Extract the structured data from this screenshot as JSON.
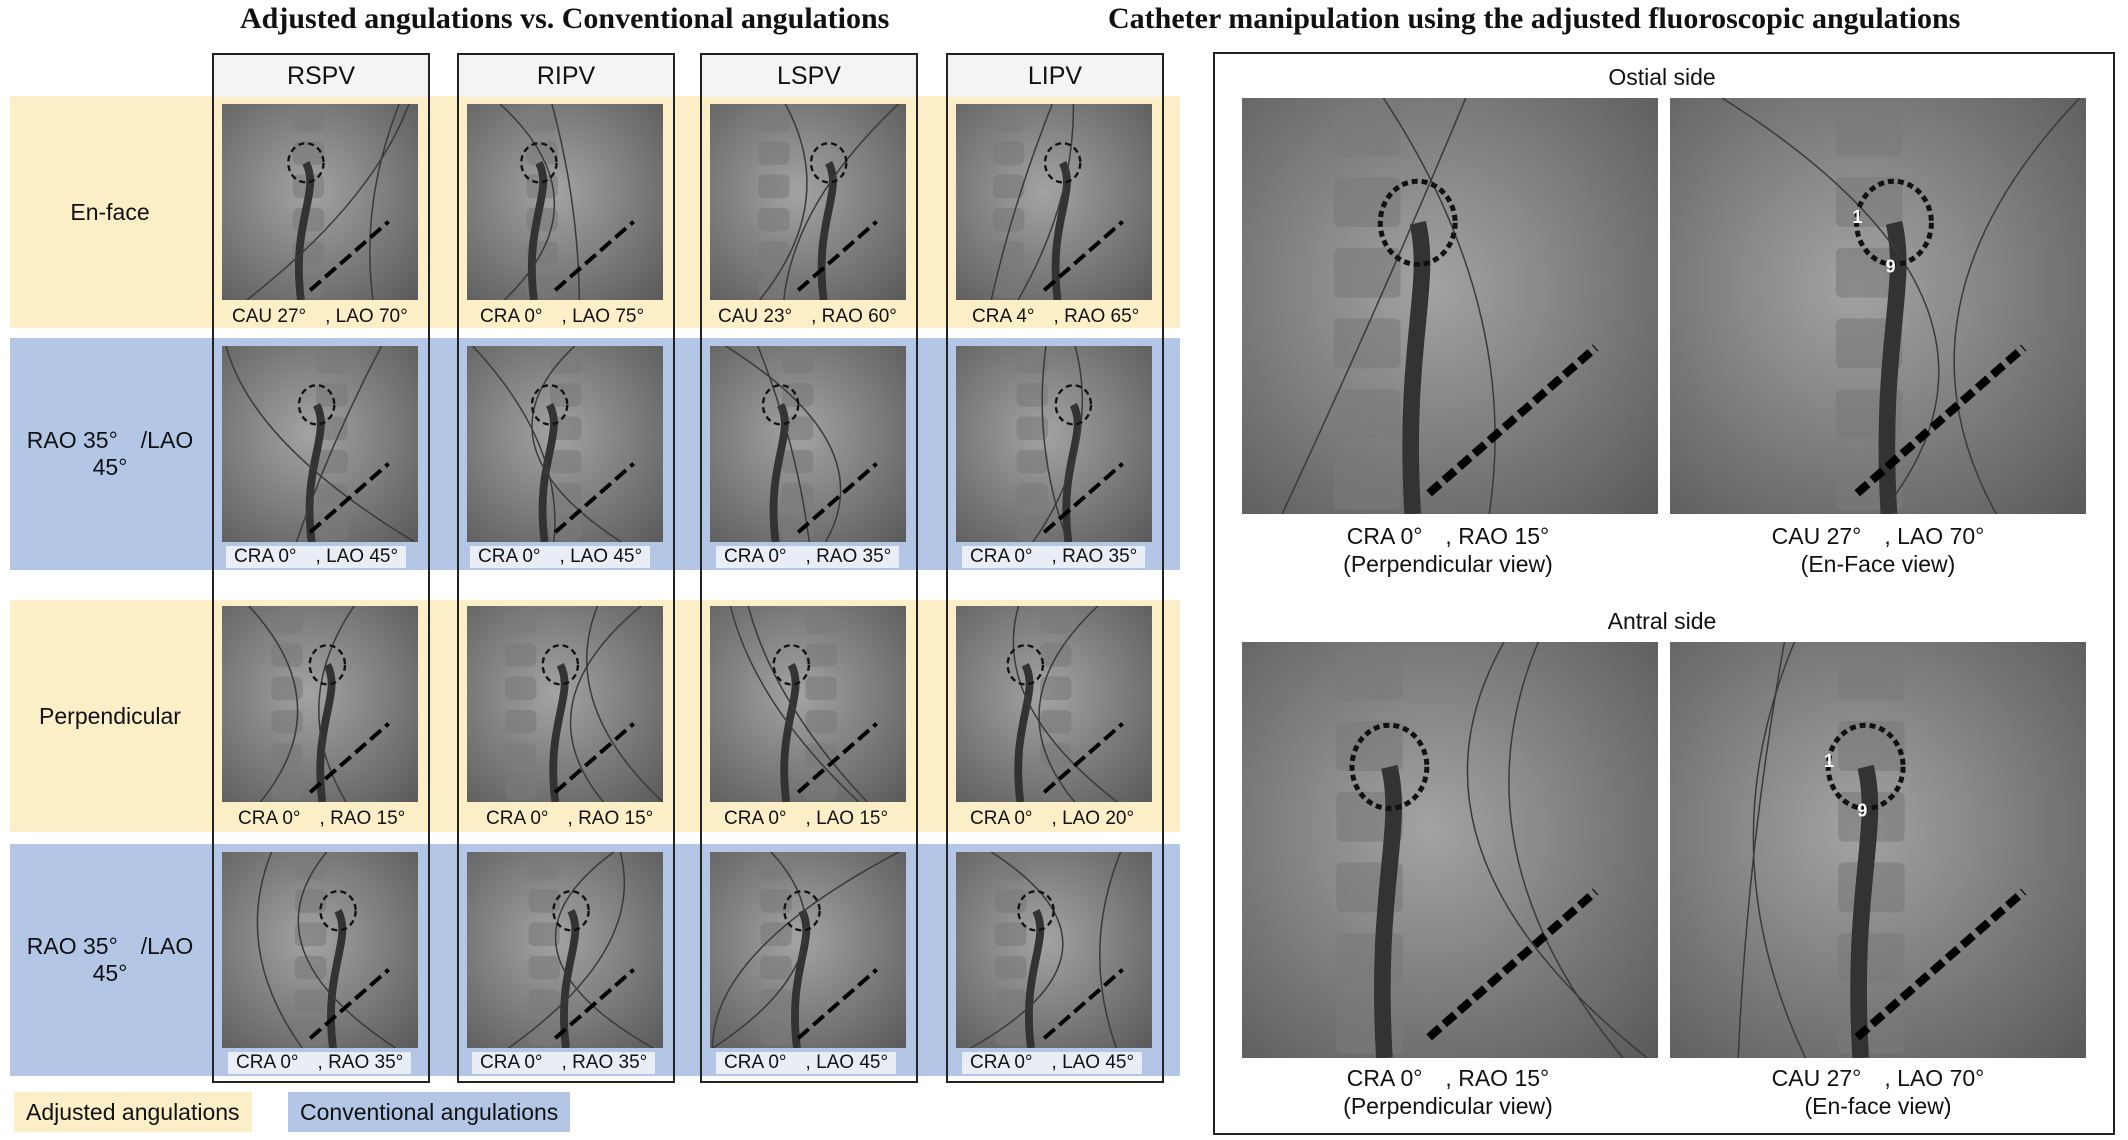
{
  "titles": {
    "left": "Adjusted angulations vs. Conventional angulations",
    "right": "Catheter manipulation using the adjusted fluoroscopic angulations"
  },
  "columns": [
    "RSPV",
    "RIPV",
    "LSPV",
    "LIPV"
  ],
  "rows": [
    {
      "label": "En-face",
      "type": "adjusted",
      "captions": [
        "CAU 27° , LAO 70°",
        "CRA 0° , LAO 75°",
        "CAU 23° , RAO 60°",
        "CRA 4° , RAO 65°"
      ]
    },
    {
      "label": "RAO 35° /LAO 45°",
      "type": "conventional",
      "captions": [
        "CRA 0° , LAO 45°",
        "CRA 0° , LAO 45°",
        "CRA 0° , RAO 35°",
        "CRA 0° , RAO 35°"
      ]
    },
    {
      "label": "Perpendicular",
      "type": "adjusted",
      "captions": [
        "CRA 0° , RAO 15°",
        "CRA 0° , RAO 15°",
        "CRA 0° , LAO 15°",
        "CRA 0° , LAO 20°"
      ]
    },
    {
      "label": "RAO 35° /LAO 45°",
      "type": "conventional",
      "captions": [
        "CRA 0° , RAO 35°",
        "CRA 0° , RAO 35°",
        "CRA 0° , LAO 45°",
        "CRA 0° , LAO 45°"
      ]
    }
  ],
  "legend": {
    "adjusted": "Adjusted angulations",
    "conventional": "Conventional angulations"
  },
  "colors": {
    "adjusted": "#fcefc8",
    "conventional": "#b3c6e6"
  },
  "right_panel": {
    "sections": [
      {
        "title": "Ostial side",
        "images": [
          {
            "caption": "CRA 0° , RAO 15°",
            "sub": "(Perpendicular view)",
            "markers": []
          },
          {
            "caption": "CAU 27° , LAO 70°",
            "sub": "(En-Face view)",
            "markers": [
              "1",
              "9"
            ]
          }
        ]
      },
      {
        "title": "Antral side",
        "images": [
          {
            "caption": "CRA 0° , RAO 15°",
            "sub": "(Perpendicular view)",
            "markers": []
          },
          {
            "caption": "CAU 27° , LAO 70°",
            "sub": "(En-face view)",
            "markers": [
              "1",
              "9"
            ]
          }
        ]
      }
    ]
  }
}
